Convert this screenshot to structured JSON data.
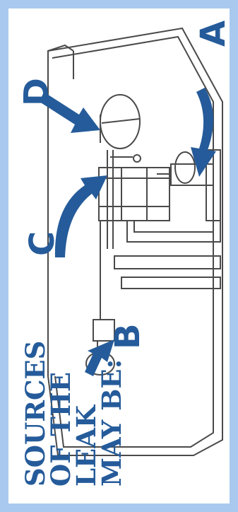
{
  "heading_lines": [
    "SOURCES",
    "OF THE",
    "LEAK",
    "MAY BE:"
  ],
  "labels": {
    "a": "A",
    "b": "B",
    "c": "C",
    "d": "D"
  },
  "colors": {
    "background": "#a9c9ef",
    "accent": "#255b9a",
    "line": "#4a4a4a"
  }
}
